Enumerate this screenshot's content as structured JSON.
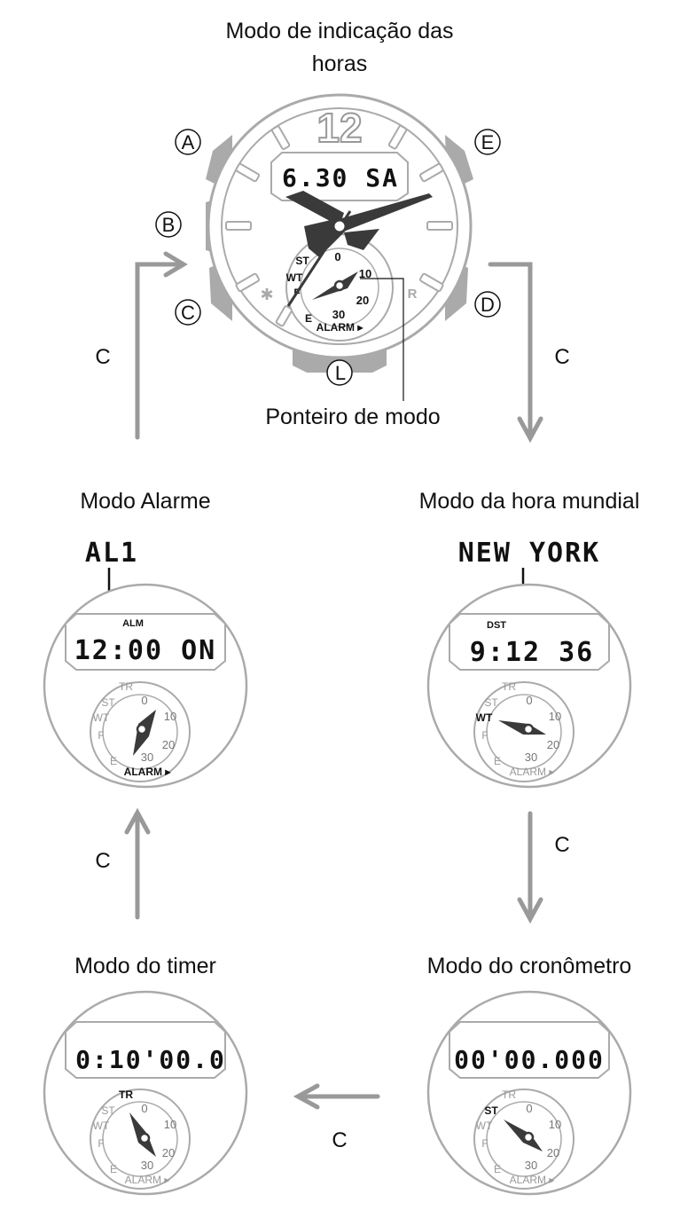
{
  "colors": {
    "gray": "#9a9a9a",
    "light": "#c8c8c8",
    "dark": "#3a3a3a"
  },
  "main": {
    "title_line1": "Modo de indicação das",
    "title_line2": "horas",
    "numeral": "12",
    "lcd": "6.30 SA",
    "pointer_label": "Ponteiro de modo",
    "buttons": {
      "a": "A",
      "b": "B",
      "c": "C",
      "d": "D",
      "e": "E",
      "l": "L"
    },
    "sub_labels": {
      "st": "ST",
      "wt": "WT",
      "f": "F",
      "e": "E",
      "alarm": "ALARM ▸"
    },
    "sub_nums": {
      "n0": "0",
      "n10": "10",
      "n20": "20",
      "n30": "30"
    },
    "side_r": "R"
  },
  "flow": {
    "c_label": "C"
  },
  "alarm": {
    "title": "Modo Alarme",
    "callout": "AL1",
    "indicator": "ALM",
    "lcd": "12:00 ON"
  },
  "world": {
    "title": "Modo da hora mundial",
    "callout": "NEW YORK",
    "indicator": "DST",
    "lcd": "9:12 36"
  },
  "timer": {
    "title": "Modo do timer",
    "lcd": "0:10'00.0"
  },
  "stopwatch": {
    "title": "Modo do cronômetro",
    "lcd": "00'00.000"
  },
  "mini_labels": {
    "tr": "TR",
    "st": "ST",
    "wt": "WT",
    "f": "F",
    "e": "E",
    "alarm": "ALARM ▸",
    "n0": "0",
    "n10": "10",
    "n20": "20",
    "n30": "30"
  }
}
